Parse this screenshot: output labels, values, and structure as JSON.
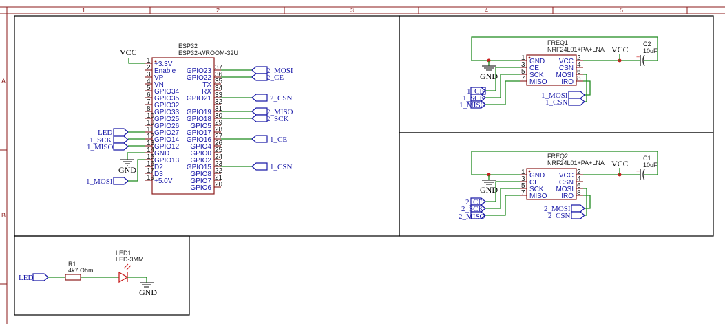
{
  "ruler": {
    "cols": [
      "1",
      "2",
      "3",
      "4",
      "5"
    ],
    "rows": [
      "A",
      "B"
    ]
  },
  "esp32": {
    "designator": "ESP32",
    "part": "ESP32-WROOM-32U",
    "left_pins": [
      {
        "num": "1",
        "name": "+3.3V"
      },
      {
        "num": "2",
        "name": "Enable"
      },
      {
        "num": "3",
        "name": "VP"
      },
      {
        "num": "4",
        "name": "VN"
      },
      {
        "num": "5",
        "name": "GPIO34"
      },
      {
        "num": "6",
        "name": "GPIO35"
      },
      {
        "num": "7",
        "name": "GPIO32"
      },
      {
        "num": "8",
        "name": "GPIO33"
      },
      {
        "num": "10",
        "name": "GPIO25"
      },
      {
        "num": "10",
        "name": "GPIO26"
      },
      {
        "num": "11",
        "name": "GPIO27"
      },
      {
        "num": "12",
        "name": "GPIO14"
      },
      {
        "num": "13",
        "name": "GPIO12"
      },
      {
        "num": "14",
        "name": "GND"
      },
      {
        "num": "15",
        "name": "GPIO13"
      },
      {
        "num": "16",
        "name": "D2"
      },
      {
        "num": "17",
        "name": "D3"
      },
      {
        "num": "19",
        "name": "+5.0V"
      }
    ],
    "right_pins": [
      {
        "num": "37",
        "name": "GPIO23"
      },
      {
        "num": "36",
        "name": "GPIO22"
      },
      {
        "num": "35",
        "name": "TX"
      },
      {
        "num": "34",
        "name": "RX"
      },
      {
        "num": "33",
        "name": "GPIO21"
      },
      {
        "num": "32",
        "name": ""
      },
      {
        "num": "31",
        "name": "GPIO19"
      },
      {
        "num": "30",
        "name": "GPIO18"
      },
      {
        "num": "29",
        "name": "GPIO5"
      },
      {
        "num": "28",
        "name": "GPIO17"
      },
      {
        "num": "27",
        "name": "GPIO16"
      },
      {
        "num": "26",
        "name": "GPIO4"
      },
      {
        "num": "25",
        "name": "GPIO0"
      },
      {
        "num": "24",
        "name": "GPIO2"
      },
      {
        "num": "23",
        "name": "GPIO15"
      },
      {
        "num": "22",
        "name": "GPIO8"
      },
      {
        "num": "21",
        "name": "GPIO7"
      },
      {
        "num": "20",
        "name": "GPIO6"
      }
    ]
  },
  "nets": {
    "vcc": "VCC",
    "gnd": "GND",
    "mosi2": "2_MOSI",
    "ce2": "2_CE",
    "csn2": "2_CSN",
    "miso2": "2_MISO",
    "sck2": "2_SCK",
    "ce1": "1_CE",
    "csn1": "1_CSN",
    "led": "LED",
    "sck1": "1_SCK",
    "miso1": "1_MISO",
    "mosi1": "1_MOSI"
  },
  "freq1": {
    "designator": "FREQ1",
    "part": "NRF24L01+PA+LNA",
    "pins_left": [
      {
        "num": "1",
        "name": "GND"
      },
      {
        "num": "3",
        "name": "CE"
      },
      {
        "num": "5",
        "name": "SCK"
      },
      {
        "num": "7",
        "name": "MISO"
      }
    ],
    "pins_right": [
      {
        "num": "2",
        "name": "VCC"
      },
      {
        "num": "4",
        "name": "CSN"
      },
      {
        "num": "6",
        "name": "MOSI"
      },
      {
        "num": "8",
        "name": "IRQ"
      }
    ],
    "cap": {
      "designator": "C2",
      "value": "10uF"
    },
    "ports_left": [
      "1_CE",
      "1_SCK",
      "1_MISO"
    ],
    "ports_right": [
      "1_MOSI",
      "1_CSN"
    ]
  },
  "freq2": {
    "designator": "FREQ2",
    "part": "NRF24L01+PA+LNA",
    "pins_left": [
      {
        "num": "1",
        "name": "GND"
      },
      {
        "num": "3",
        "name": "CE"
      },
      {
        "num": "5",
        "name": "SCK"
      },
      {
        "num": "7",
        "name": "MISO"
      }
    ],
    "pins_right": [
      {
        "num": "2",
        "name": "VCC"
      },
      {
        "num": "4",
        "name": "CSN"
      },
      {
        "num": "6",
        "name": "MOSI"
      },
      {
        "num": "8",
        "name": "IRQ"
      }
    ],
    "cap": {
      "designator": "C1",
      "value": "10uF"
    },
    "ports_left": [
      "2_CE",
      "2_SCK",
      "2_MISO"
    ],
    "ports_right": [
      "2_MOSI",
      "2_CSN"
    ]
  },
  "led_circuit": {
    "port": "LED",
    "resistor": {
      "designator": "R1",
      "value": "4k7 Ohm"
    },
    "led": {
      "designator": "LED1",
      "value": "LED-3MM"
    },
    "gnd": "GND"
  }
}
